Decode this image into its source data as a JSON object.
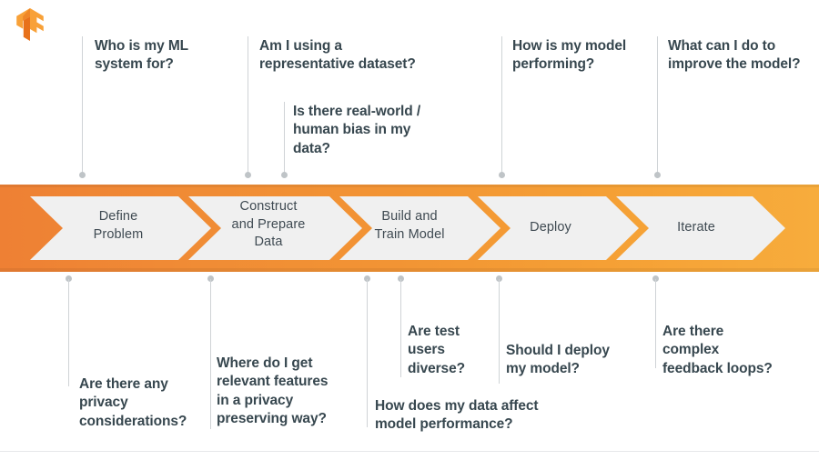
{
  "logo": {
    "name": "tensorflow-logo",
    "color_light": "#F8A138",
    "color_dark": "#E8711A"
  },
  "band": {
    "color_left": "#EE8034",
    "color_right": "#F7AC3C",
    "chevron_fill": "#F0F0F0"
  },
  "stages": [
    {
      "id": "define-problem",
      "label": "Define\nProblem"
    },
    {
      "id": "construct-prepare-data",
      "label": "Construct\nand Prepare\nData"
    },
    {
      "id": "build-train-model",
      "label": "Build and\nTrain Model"
    },
    {
      "id": "deploy",
      "label": "Deploy"
    },
    {
      "id": "iterate",
      "label": "Iterate"
    }
  ],
  "questions_above": [
    {
      "id": "who-is-my-ml-system-for",
      "text": "Who is my ML\nsystem for?"
    },
    {
      "id": "am-i-using-a-representative-dataset",
      "text": "Am I using a\nrepresentative dataset?"
    },
    {
      "id": "is-there-real-world-human-bias",
      "text": "Is there real-world /\nhuman bias in my\ndata?"
    },
    {
      "id": "how-is-my-model-performing",
      "text": "How is my model\nperforming?"
    },
    {
      "id": "what-can-i-do-to-improve-the-model",
      "text": "What can I do to\nimprove the model?"
    }
  ],
  "questions_below": [
    {
      "id": "are-there-any-privacy-considerations",
      "text": "Are there any\nprivacy\nconsiderations?"
    },
    {
      "id": "where-do-i-get-relevant-features",
      "text": "Where do I get\nrelevant features\nin a privacy\npreserving way?"
    },
    {
      "id": "how-does-my-data-affect-model-performance",
      "text": "How does my data affect\nmodel performance?"
    },
    {
      "id": "are-test-users-diverse",
      "text": "Are test\nusers\ndiverse?"
    },
    {
      "id": "should-i-deploy-my-model",
      "text": "Should I deploy\nmy model?"
    },
    {
      "id": "are-there-complex-feedback-loops",
      "text": "Are there\ncomplex\nfeedback loops?"
    }
  ]
}
